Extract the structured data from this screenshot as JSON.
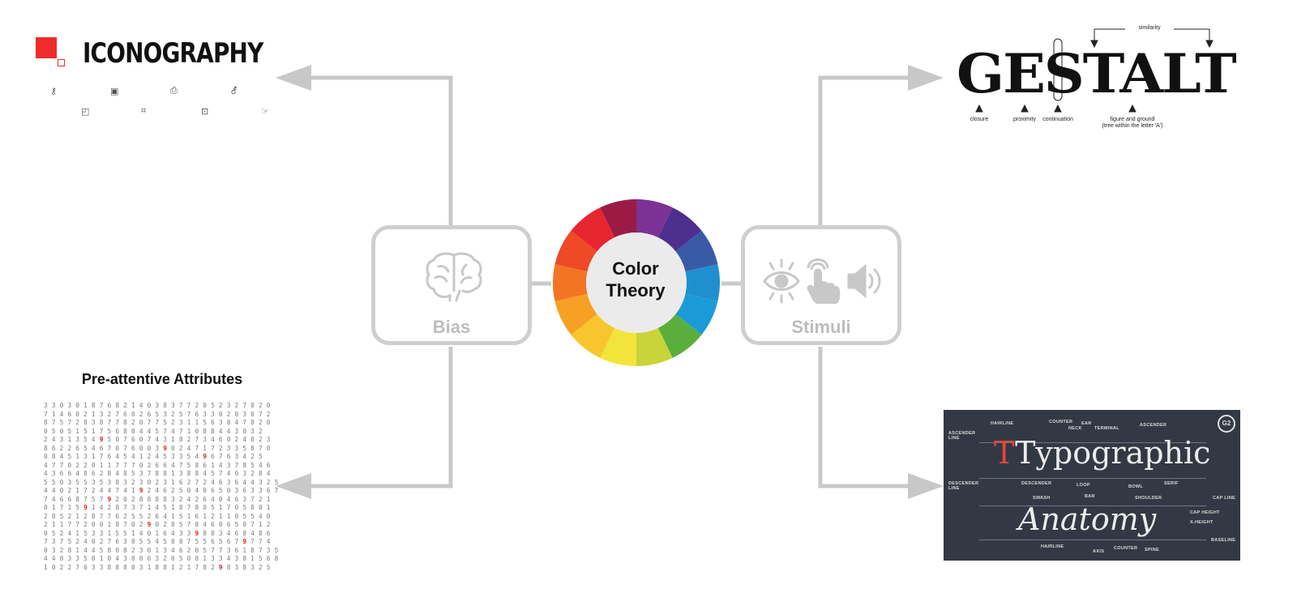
{
  "iconography": {
    "title": "ICONOGRAPHY",
    "icons_row1": [
      "key-icon",
      "window-icon",
      "printer-icon",
      "gender-icon"
    ],
    "icons_row2": [
      "tag-icon",
      "code-icon",
      "download-icon",
      "hand-icon"
    ]
  },
  "nodes": {
    "bias": {
      "label": "Bias",
      "icon": "brain-icon"
    },
    "center": {
      "line1": "Color",
      "line2": "Theory"
    },
    "stimuli": {
      "label": "Stimuli",
      "icons": [
        "eye-icon",
        "touch-icon",
        "speaker-icon"
      ]
    }
  },
  "gestalt": {
    "word": "GESTALT",
    "similarity": "similarity",
    "labels": {
      "closure": "closure",
      "proximity": "proximity",
      "continuation": "continuation",
      "figure_ground_1": "figure and ground",
      "figure_ground_2": "(tree within the letter 'A')"
    }
  },
  "preattentive": {
    "title": "Pre-attentive Attributes",
    "rows": [
      "3 3 0 3 0 1 8 7 6 8 2 1 4 0 3 8 3 7 7 2 0 5 2 3 2 7 0 2 0",
      "7 1 4 6 0 2 1 3 2 7 6 0 2 6 5 3 2 5 7 6 3 3 0 2 0 3 0 7 2",
      "8 7 5 7 2 8 3 8 7 7 8 2 0 7 7 5 2 3 1 1 5 6 3 8 4 7 8 2 0",
      "0 5 0 5 1 5 1 7 5 6 8 0 4 4 5 7 4 7 1 0 8 8 4 4 3 0 3 2",
      "2 4 3 1 3 5 4 9 5 0 7 6 0 7 4 3 1 8 2 7 3 4 6 0 2 4 8 2 3",
      "8 6 2 2 6 5 4 6 7 0 7 6 0 0 3 9 0 2 4 7 1 7 2 3 3 5 8 7 0",
      "0 8 4 5 1 3 1 7 6 4 5 4 1 2 4 5 3 3 5 4 9 6 7 6 3 4 2 5",
      "4 7 7 0 2 2 0 1 1 7 7 7 0 2 6 6 4 7 5 8 6 1 4 3 7 8 5 4 6",
      "4 3 6 6 4 8 6 2 8 4 8 5 3 7 8 8 1 3 8 8 4 5 7 4 0 3 2 8 4",
      "5 5 0 3 5 5 3 5 3 8 3 2 3 0 2 3 1 6 2 7 2 4 6 3 6 4 4 3 2 5",
      "4 4 0 2 1 7 2 4 4 7 4 1 9 2 4 6 2 5 0 4 0 6 5 0 3 6 3 3 6 7",
      "7 4 6 6 8 7 5 7 9 2 0 2 8 8 8 8 3 2 4 2 6 4 0 4 6 3 7 2 1",
      "0 1 7 1 5 9 1 4 2 8 7 3 7 1 4 5 1 8 7 8 0 5 1 7 0 5 8 0 1",
      "2 8 5 2 1 2 8 7 7 6 2 5 5 2 6 4 1 5 1 6 1 2 1 1 0 5 5 4 0",
      "2 1 1 7 7 2 0 0 1 8 7 0 2 9 0 2 8 5 7 8 4 6 0 6 5 0 7 1 2",
      "0 5 2 4 1 5 3 3 1 5 5 1 4 0 1 6 4 3 3 9 8 8 3 4 6 8 4 8 6",
      "7 3 7 5 2 4 0 2 7 6 3 8 5 5 4 5 8 8 7 5 5 6 5 6 7 9 7 7 4",
      "0 3 2 8 1 4 4 5 8 0 8 2 3 0 1 3 4 6 2 0 5 7 7 3 6 1 8 7 3 5",
      "4 4 8 3 3 5 0 1 0 4 3 8 8 6 3 2 0 5 0 8 1 3 3 4 3 8 1 5 6 8",
      "1 0 2 2 7 6 3 3 8 8 8 0 3 1 8 8 1 2 1 7 8 2 9 8 3 8 3 2 5"
    ]
  },
  "typography": {
    "line1": "Typographic",
    "line2": "Anatomy",
    "brand": "G2",
    "labels": [
      "ASCENDER LINE",
      "HAIRLINE",
      "COUNTER",
      "NECK",
      "EAR",
      "TERMINAL",
      "ASCENDER",
      "DESCENDER LINE",
      "DESCENDER",
      "LOOP",
      "BOWL",
      "SERIF",
      "SWASH",
      "BAR",
      "SHOULDER",
      "CAP LINE",
      "CAP HEIGHT",
      "X-HEIGHT",
      "BASELINE",
      "HAIRLINE",
      "AXIS",
      "COUNTER",
      "SPINE"
    ]
  },
  "colors": {
    "connector": "#c8c8c8",
    "box_border": "#cfcfcf",
    "label_gray": "#bdbdbd",
    "wheel": [
      "#7b3294",
      "#4c2f8f",
      "#3a5aa8",
      "#1f8fcf",
      "#1a9bd7",
      "#5aae3c",
      "#c9d33a",
      "#f2e43a",
      "#f8c52c",
      "#f7a023",
      "#f37524",
      "#ee4a27",
      "#e8262f",
      "#9b1b45"
    ],
    "panel": "#333944"
  }
}
